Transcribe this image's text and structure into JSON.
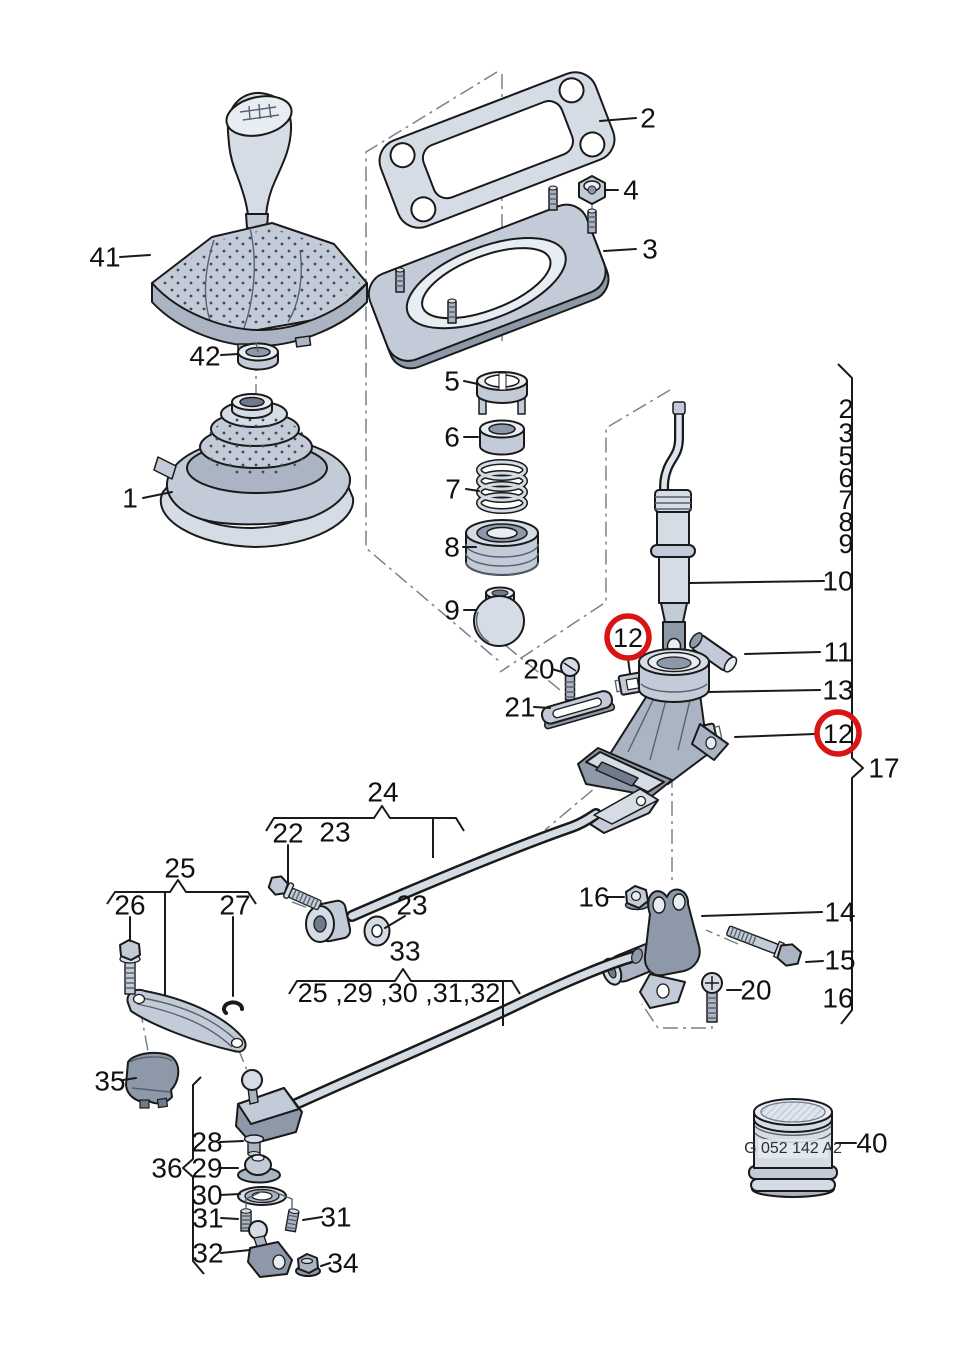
{
  "figure": {
    "type": "exploded-parts-diagram",
    "subject": "manual gearshift mechanism",
    "highlight_color": "#d81414",
    "highlighted_part": "12"
  },
  "labels": [
    {
      "part": "41",
      "text": "41"
    },
    {
      "part": "42",
      "text": "42"
    },
    {
      "part": "1",
      "text": "1"
    },
    {
      "part": "2",
      "text": "2"
    },
    {
      "part": "4",
      "text": "4"
    },
    {
      "part": "3",
      "text": "3"
    },
    {
      "part": "5",
      "text": "5"
    },
    {
      "part": "6",
      "text": "6"
    },
    {
      "part": "7",
      "text": "7"
    },
    {
      "part": "8",
      "text": "8"
    },
    {
      "part": "9",
      "text": "9"
    },
    {
      "part": "list-2",
      "text": "2"
    },
    {
      "part": "list-3",
      "text": "3"
    },
    {
      "part": "list-5",
      "text": "5"
    },
    {
      "part": "list-6",
      "text": "6"
    },
    {
      "part": "list-7",
      "text": "7"
    },
    {
      "part": "list-8",
      "text": "8"
    },
    {
      "part": "list-9",
      "text": "9"
    },
    {
      "part": "10",
      "text": "10"
    },
    {
      "part": "11",
      "text": "11"
    },
    {
      "part": "12-left",
      "text": "12"
    },
    {
      "part": "13",
      "text": "13"
    },
    {
      "part": "12-right",
      "text": "12"
    },
    {
      "part": "17",
      "text": "17"
    },
    {
      "part": "20-top",
      "text": "20"
    },
    {
      "part": "21",
      "text": "21"
    },
    {
      "part": "24",
      "text": "24"
    },
    {
      "part": "22",
      "text": "22"
    },
    {
      "part": "23-top",
      "text": "23"
    },
    {
      "part": "23-washer",
      "text": "23"
    },
    {
      "part": "16-left",
      "text": "16"
    },
    {
      "part": "14",
      "text": "14"
    },
    {
      "part": "15",
      "text": "15"
    },
    {
      "part": "20-bottom",
      "text": "20"
    },
    {
      "part": "16-right",
      "text": "16"
    },
    {
      "part": "25",
      "text": "25"
    },
    {
      "part": "26",
      "text": "26"
    },
    {
      "part": "27",
      "text": "27"
    },
    {
      "part": "33",
      "text": "33"
    },
    {
      "part": "33-includes",
      "text": "25 ,29 ,30 ,31,32"
    },
    {
      "part": "35",
      "text": "35"
    },
    {
      "part": "36",
      "text": "36"
    },
    {
      "part": "28",
      "text": "28"
    },
    {
      "part": "29",
      "text": "29"
    },
    {
      "part": "30",
      "text": "30"
    },
    {
      "part": "31-left",
      "text": "31"
    },
    {
      "part": "31-right",
      "text": "31"
    },
    {
      "part": "32",
      "text": "32"
    },
    {
      "part": "34",
      "text": "34"
    },
    {
      "part": "40",
      "text": "40"
    },
    {
      "part": "40-code",
      "text": "G 052 142 A2"
    }
  ]
}
